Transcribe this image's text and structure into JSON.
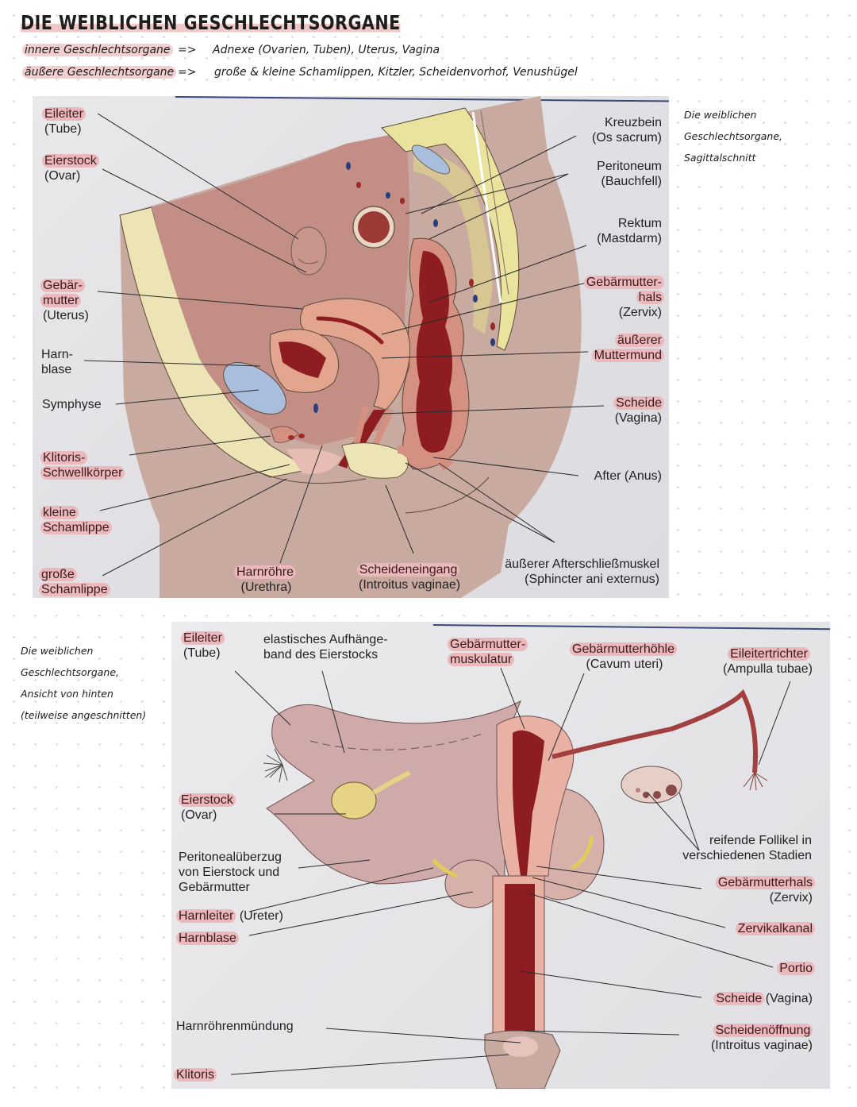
{
  "page": {
    "title": "DIE WEIBLICHEN GESCHLECHTSORGANE",
    "lines": [
      {
        "term": "innere Geschlechtsorgane",
        "arrow": "=>",
        "text": "Adnexe (Ovarien, Tuben), Uterus, Vagina"
      },
      {
        "term": "äußere Geschlechtsorgane",
        "arrow": "=>",
        "text": "große & kleine Schamlippen, Kitzler, Scheidenvorhof, Venushügel"
      }
    ],
    "highlight_color": "#f2cfcf"
  },
  "figure1": {
    "caption": [
      "Die weiblichen",
      "Geschlechtsorgane,",
      "Sagittalschnitt"
    ],
    "labels": {
      "eileiter": {
        "key": "Eileiter",
        "sub": "(Tube)"
      },
      "eierstock": {
        "key": "Eierstock",
        "sub": "(Ovar)"
      },
      "uterus": {
        "key1": "Gebär-",
        "key2": "mutter",
        "sub": "(Uterus)"
      },
      "harnblase": {
        "line1": "Harn-",
        "line2": "blase"
      },
      "symphyse": {
        "text": "Symphyse"
      },
      "klitoris": {
        "key1": "Klitoris-",
        "key2": "Schwellkörper"
      },
      "kleine": {
        "key1": "kleine",
        "key2": "Schamlippe"
      },
      "grosse": {
        "key1": "große",
        "key2": "Schamlippe"
      },
      "harnroehre": {
        "key": "Harnröhre",
        "sub": "(Urethra)"
      },
      "scheideneingang": {
        "key": "Scheideneingang",
        "sub": "(Introitus vaginae)"
      },
      "sphincter": {
        "line1": "äußerer Afterschließmuskel",
        "line2": "(Sphincter ani externus)"
      },
      "kreuzbein": {
        "line1": "Kreuzbein",
        "line2": "(Os sacrum)"
      },
      "peritoneum": {
        "line1": "Peritoneum",
        "line2": "(Bauchfell)"
      },
      "rektum": {
        "line1": "Rektum",
        "line2": "(Mastdarm)"
      },
      "zervix": {
        "key1": "Gebärmutter-",
        "key2": "hals",
        "sub": "(Zervix)"
      },
      "muttermund": {
        "key1": "äußerer",
        "key2": "Muttermund"
      },
      "scheide": {
        "key": "Scheide",
        "sub": "(Vagina)"
      },
      "after": {
        "text": "After (Anus)"
      }
    }
  },
  "figure2": {
    "caption": [
      "Die weiblichen",
      "Geschlechtsorgane,",
      "Ansicht von hinten",
      "(teilweise angeschnitten)"
    ],
    "labels": {
      "eileiter": {
        "key": "Eileiter",
        "sub": "(Tube)"
      },
      "aufhaengeband": {
        "line1": "elastisches Aufhänge-",
        "line2": "band des Eierstocks"
      },
      "muskulatur": {
        "key1": "Gebärmutter-",
        "key2": "muskulatur"
      },
      "hoehle": {
        "key": "Gebärmutterhöhle",
        "sub": "(Cavum uteri)"
      },
      "trichter": {
        "key": "Eileitertrichter",
        "sub": "(Ampulla tubae)"
      },
      "eierstock": {
        "key": "Eierstock",
        "sub": "(Ovar)"
      },
      "peritoneal": {
        "line1": "Peritonealüberzug",
        "line2": "von Eierstock und",
        "line3": "Gebärmutter"
      },
      "harnleiter": {
        "key": "Harnleiter",
        "sub": "(Ureter)"
      },
      "harnblase": {
        "key": "Harnblase"
      },
      "follikel": {
        "line1": "reifende Follikel in",
        "line2": "verschiedenen Stadien"
      },
      "zervix": {
        "key": "Gebärmutterhals",
        "sub": "(Zervix)"
      },
      "zervikalkanal": {
        "key": "Zervikalkanal"
      },
      "portio": {
        "key": "Portio"
      },
      "scheide": {
        "key": "Scheide",
        "sub": "(Vagina)"
      },
      "scheidenoeffnung": {
        "key": "Scheidenöffnung",
        "sub": "(Introitus vaginae)"
      },
      "harnroehrenmuendung": {
        "text": "Harnröhrenmündung"
      },
      "klitoris": {
        "key": "Klitoris"
      }
    }
  },
  "colors": {
    "label_highlight": "#ebb8bb",
    "plate_rule": "#3b4a78",
    "tissue_dark": "#8e1d22",
    "tissue_pink": "#dc9a8a",
    "bone_yellow": "#ece7a8",
    "bladder_blue": "#a9bedc"
  }
}
